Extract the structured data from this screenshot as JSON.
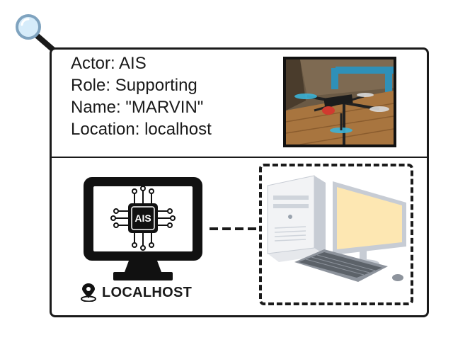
{
  "actor_card": {
    "actor": "Actor: AIS",
    "role": "Role: Supporting",
    "name": "Name: \"MARVIN\"",
    "location": "Location: localhost"
  },
  "monitor": {
    "chip_label": "AIS",
    "location_label": "LOCALHOST"
  },
  "icons": {
    "search": "magnifier-icon",
    "pin": "map-pin-icon",
    "desktop": "desktop-computer-icon"
  },
  "colors": {
    "border": "#1a1a1a",
    "drone_cyan": "#3bb2d6",
    "pipe_blue": "#2f90b8",
    "floor_wood": "#a8753f",
    "screen_yellow": "#fde7b2"
  }
}
